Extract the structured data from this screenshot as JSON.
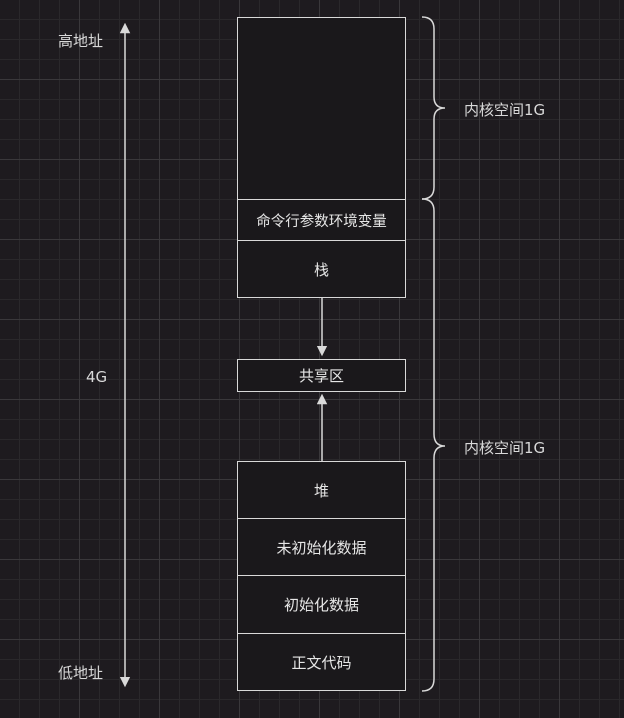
{
  "address_axis": {
    "high_label": "高地址",
    "low_label": "低地址",
    "mid_label": "4G"
  },
  "segments": {
    "kernel": "",
    "cmdline_env": "命令行参数环境变量",
    "stack": "栈",
    "shared": "共享区",
    "heap": "堆",
    "bss": "未初始化数据",
    "data": "初始化数据",
    "text": "正文代码"
  },
  "braces": {
    "upper_label": "内核空间1G",
    "lower_label": "内核空间1G"
  },
  "colors": {
    "background": "#1e1b1f",
    "stroke": "#d9d9d9",
    "text": "#e6e6e6"
  }
}
